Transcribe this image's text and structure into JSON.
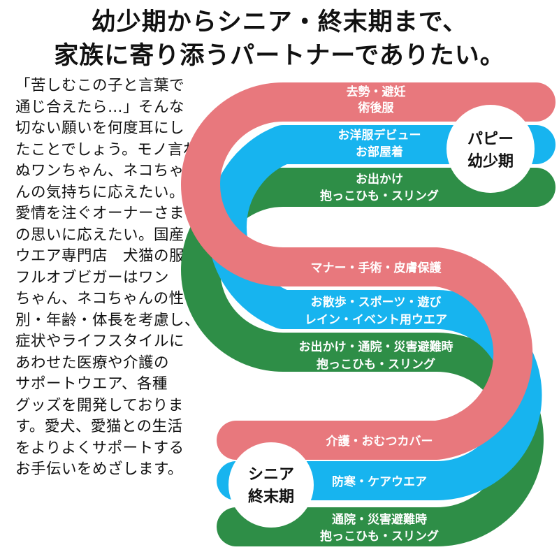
{
  "headline": {
    "line1": "幼少期からシニア・終末期まで、",
    "line2": "家族に寄り添うパートナーでありたい。"
  },
  "body_lines": [
    "「苦しむこの子と言葉で",
    "通じ合えたら…」そんな",
    "切ない願いを何度耳にし",
    "たことでしょう。モノ言わ",
    "ぬワンちゃん、ネコちゃ",
    "んの気持ちに応えたい。",
    "愛情を注ぐオーナーさま",
    "の思いに応えたい。国産",
    "ウエア専門店　犬猫の服",
    "フルオブビガーはワン",
    "ちゃん、ネコちゃんの性",
    "別・年齢・体長を考慮し、",
    "症状やライフスタイルに",
    "あわせた医療や介護の",
    "サポートウエア、各種",
    "グッズを開発しておりま",
    "す。愛犬、愛猫との生活",
    "をよりよくサポートする",
    "お手伝いをめざします。"
  ],
  "colors": {
    "pink": "#E8787D",
    "blue": "#17B4EF",
    "green": "#2E8E47"
  },
  "badges": {
    "puppy": {
      "line1": "パピー",
      "line2": "幼少期"
    },
    "senior": {
      "line1": "シニア",
      "line2": "終末期"
    }
  },
  "labels": {
    "puppy_pink": [
      "去勢・避妊",
      "術後服"
    ],
    "puppy_blue": [
      "お洋服デビュー",
      "お部屋着"
    ],
    "puppy_green": [
      "お出かけ",
      "抱っこひも・スリング"
    ],
    "mid_pink": [
      "マナー・手術・皮膚保護"
    ],
    "mid_blue": [
      "お散歩・スポーツ・遊び",
      "レイン・イベント用ウエア"
    ],
    "mid_green": [
      "お出かけ・通院・災害避難時",
      "抱っこひも・スリング"
    ],
    "senior_pink": [
      "介護・おむつカバー"
    ],
    "senior_blue": [
      "防寒・ケアウエア"
    ],
    "senior_green": [
      "通院・災害避難時",
      "抱っこひも・スリング"
    ]
  }
}
